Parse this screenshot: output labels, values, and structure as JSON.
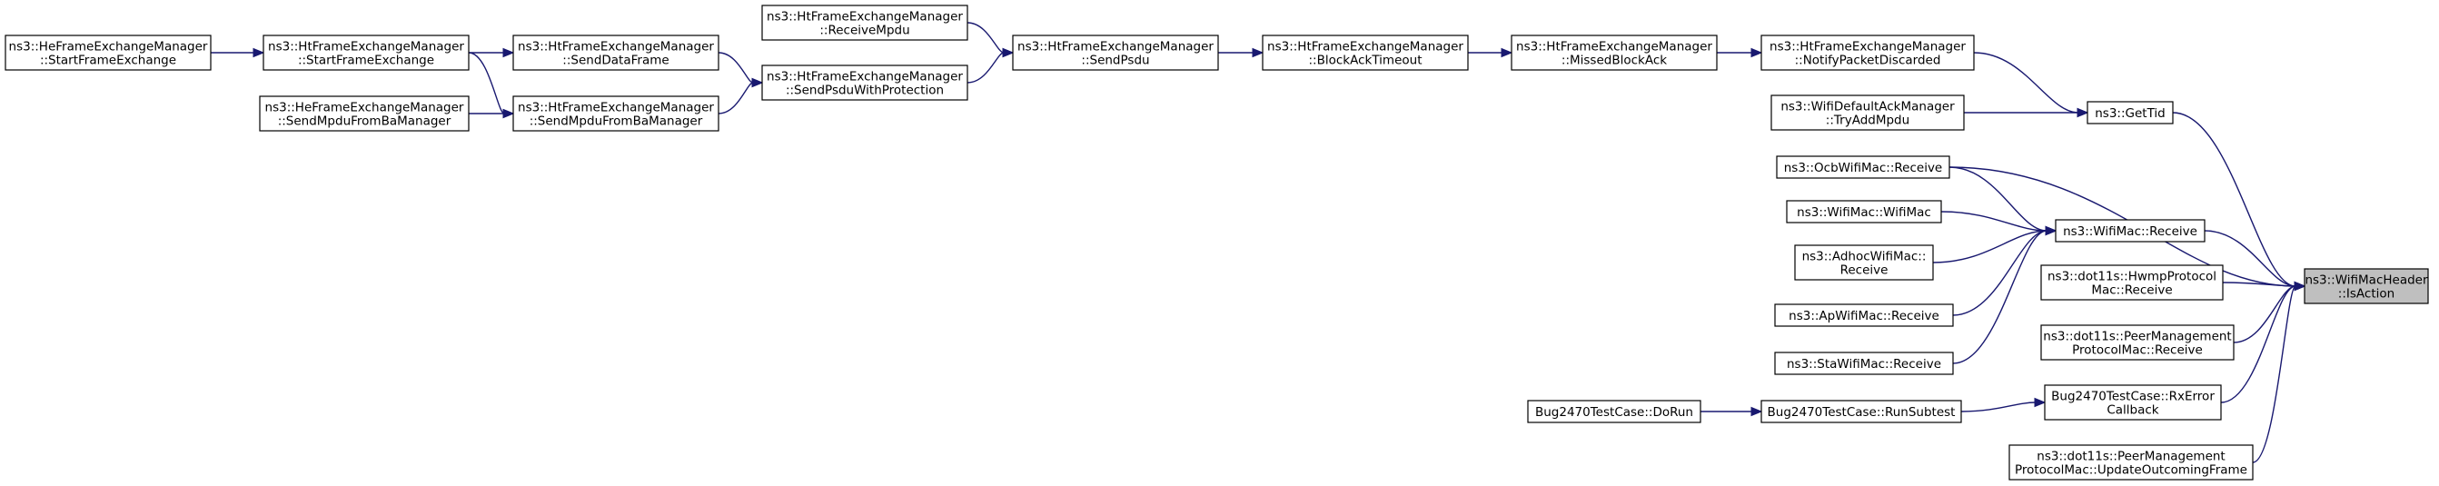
{
  "diagram": {
    "nodes": [
      {
        "id": "isaction",
        "lines": [
          "ns3::WifiMacHeader",
          "::IsAction"
        ],
        "focus": true
      },
      {
        "id": "gettid",
        "lines": [
          "ns3::GetTid"
        ]
      },
      {
        "id": "mac_receive",
        "lines": [
          "ns3::WifiMac::Receive"
        ]
      },
      {
        "id": "hwmp",
        "lines": [
          "ns3::dot11s::HwmpProtocol",
          "Mac::Receive"
        ]
      },
      {
        "id": "peer_recv",
        "lines": [
          "ns3::dot11s::PeerManagement",
          "ProtocolMac::Receive"
        ]
      },
      {
        "id": "rxerror",
        "lines": [
          "Bug2470TestCase::RxError",
          "Callback"
        ]
      },
      {
        "id": "peer_update",
        "lines": [
          "ns3::dot11s::PeerManagement",
          "ProtocolMac::UpdateOutcomingFrame"
        ]
      },
      {
        "id": "notify",
        "lines": [
          "ns3::HtFrameExchangeManager",
          "::NotifyPacketDiscarded"
        ]
      },
      {
        "id": "tryadd",
        "lines": [
          "ns3::WifiDefaultAckManager",
          "::TryAddMpdu"
        ]
      },
      {
        "id": "missed",
        "lines": [
          "ns3::HtFrameExchangeManager",
          "::MissedBlockAck"
        ]
      },
      {
        "id": "batimeout",
        "lines": [
          "ns3::HtFrameExchangeManager",
          "::BlockAckTimeout"
        ]
      },
      {
        "id": "sendpsdu",
        "lines": [
          "ns3::HtFrameExchangeManager",
          "::SendPsdu"
        ]
      },
      {
        "id": "receivempdu",
        "lines": [
          "ns3::HtFrameExchangeManager",
          "::ReceiveMpdu"
        ]
      },
      {
        "id": "sendpsduprot",
        "lines": [
          "ns3::HtFrameExchangeManager",
          "::SendPsduWithProtection"
        ]
      },
      {
        "id": "senddata",
        "lines": [
          "ns3::HtFrameExchangeManager",
          "::SendDataFrame"
        ]
      },
      {
        "id": "sendmpduba",
        "lines": [
          "ns3::HtFrameExchangeManager",
          "::SendMpduFromBaManager"
        ]
      },
      {
        "id": "htstart",
        "lines": [
          "ns3::HtFrameExchangeManager",
          "::StartFrameExchange"
        ]
      },
      {
        "id": "hestart",
        "lines": [
          "ns3::HeFrameExchangeManager",
          "::StartFrameExchange"
        ]
      },
      {
        "id": "hesendmpdu",
        "lines": [
          "ns3::HeFrameExchangeManager",
          "::SendMpduFromBaManager"
        ]
      },
      {
        "id": "ocb",
        "lines": [
          "ns3::OcbWifiMac::Receive"
        ]
      },
      {
        "id": "wifimac",
        "lines": [
          "ns3::WifiMac::WifiMac"
        ]
      },
      {
        "id": "adhoc",
        "lines": [
          "ns3::AdhocWifiMac::",
          "Receive"
        ]
      },
      {
        "id": "ap",
        "lines": [
          "ns3::ApWifiMac::Receive"
        ]
      },
      {
        "id": "sta",
        "lines": [
          "ns3::StaWifiMac::Receive"
        ]
      },
      {
        "id": "runsubtest",
        "lines": [
          "Bug2470TestCase::RunSubtest"
        ]
      },
      {
        "id": "dorun",
        "lines": [
          "Bug2470TestCase::DoRun"
        ]
      }
    ]
  }
}
